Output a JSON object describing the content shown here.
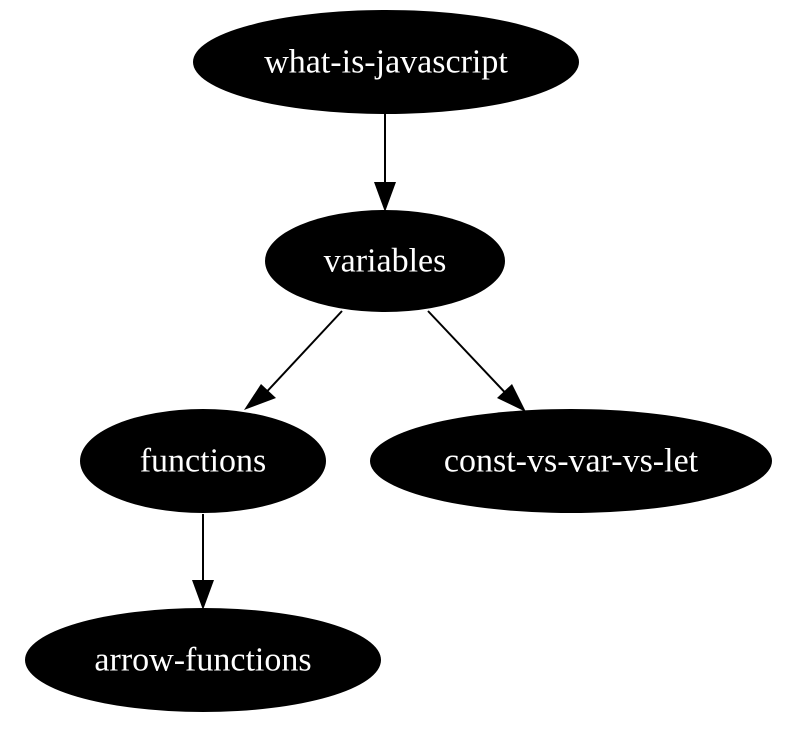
{
  "colors": {
    "node_fill": "#000000",
    "node_text": "#ffffff",
    "edge": "#000000",
    "background": "#ffffff"
  },
  "nodes": [
    {
      "id": "what-is-javascript",
      "label": "what-is-javascript"
    },
    {
      "id": "variables",
      "label": "variables"
    },
    {
      "id": "functions",
      "label": "functions"
    },
    {
      "id": "const-vs-var-vs-let",
      "label": "const-vs-var-vs-let"
    },
    {
      "id": "arrow-functions",
      "label": "arrow-functions"
    }
  ],
  "edges": [
    {
      "from": "what-is-javascript",
      "to": "variables"
    },
    {
      "from": "variables",
      "to": "functions"
    },
    {
      "from": "variables",
      "to": "const-vs-var-vs-let"
    },
    {
      "from": "functions",
      "to": "arrow-functions"
    }
  ]
}
